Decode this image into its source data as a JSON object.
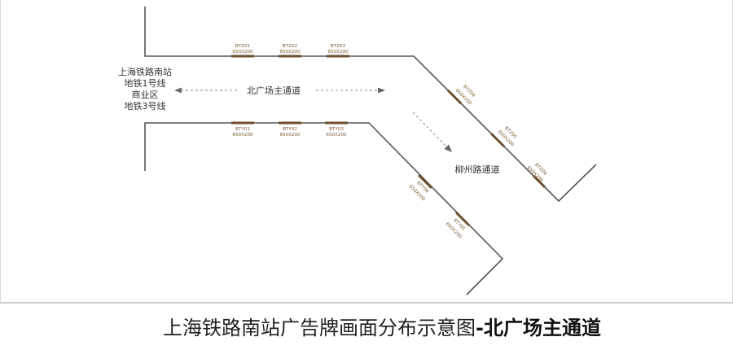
{
  "station_block": {
    "lines": [
      "上海铁路南站",
      "地铁1号线",
      "商业区",
      "地铁3号线"
    ]
  },
  "main_passage_label": "北广场主通道",
  "liuzhou_road_label": "柳州路通道",
  "boards_top": [
    {
      "code": "BTZ01",
      "size": "650X200"
    },
    {
      "code": "BTZ02",
      "size": "650X200"
    },
    {
      "code": "BTZ03",
      "size": "650X200"
    }
  ],
  "boards_bottom": [
    {
      "code": "BTY01",
      "size": "650X200"
    },
    {
      "code": "BTY02",
      "size": "650X200"
    },
    {
      "code": "BTY03",
      "size": "650X200"
    }
  ],
  "boards_right_upper": [
    {
      "code": "BTZ04",
      "size": "650X200"
    },
    {
      "code": "BTZ05",
      "size": "650X200"
    },
    {
      "code": "BTZ06",
      "size": "650X200"
    }
  ],
  "boards_right_lower": [
    {
      "code": "BTY04",
      "size": "650X200"
    },
    {
      "code": "BTY05",
      "size": "650X200"
    }
  ],
  "caption": {
    "main": "上海铁路南站广告牌画面分布示意图",
    "dash": "-",
    "highlight": "北广场主通道"
  },
  "colors": {
    "wall": "#555555",
    "board": "#6b4f2e",
    "board_text": "#7a5a35",
    "arrow": "#666666"
  }
}
